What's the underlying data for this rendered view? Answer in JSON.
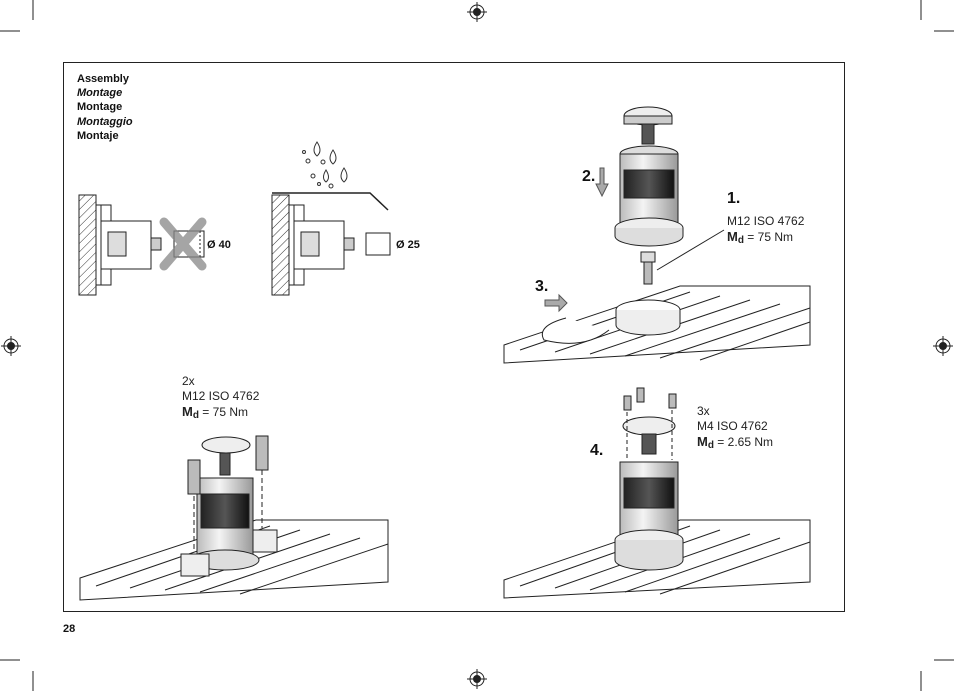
{
  "titles": [
    "Assembly",
    "Montage",
    "Montage",
    "Montaggio",
    "Montaje"
  ],
  "diameters": {
    "d40": "Ø 40",
    "d25": "Ø 25"
  },
  "steps": {
    "s1": "1.",
    "s2": "2.",
    "s3": "3.",
    "s4": "4."
  },
  "step1": {
    "screw": "M12 ISO 4762",
    "md_label": "M",
    "md_sub": "d",
    "md_value": "= 75 Nm"
  },
  "bottom_left": {
    "qty": "2x",
    "screw": "M12 ISO 4762",
    "md_label": "M",
    "md_sub": "d",
    "md_value": "= 75 Nm"
  },
  "step4": {
    "qty": "3x",
    "screw": "M4 ISO 4762",
    "md_label": "M",
    "md_sub": "d",
    "md_value": "= 2.65 Nm"
  },
  "page_number": "28"
}
